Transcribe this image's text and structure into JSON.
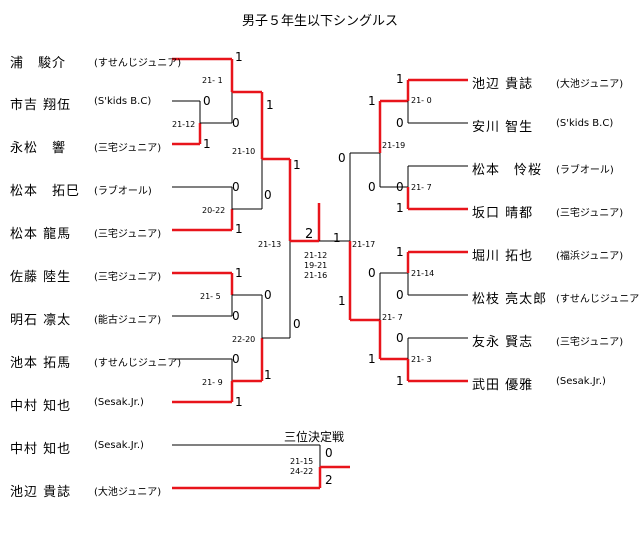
{
  "title": "男子５年生以下シングルス",
  "players_left": [
    {
      "name": "浦　駿介",
      "club": "(すせんじジュニア)"
    },
    {
      "name": "市吉 翔伍",
      "club": "(S'kids B.C)"
    },
    {
      "name": "永松　響",
      "club": "(三宅ジュニア)"
    },
    {
      "name": "松本　拓巳",
      "club": "(ラブオール)"
    },
    {
      "name": "松本 龍馬",
      "club": "(三宅ジュニア)"
    },
    {
      "name": "佐藤 陸生",
      "club": "(三宅ジュニア)"
    },
    {
      "name": "明石 凛太",
      "club": "(能古ジュニア)"
    },
    {
      "name": "池本 拓馬",
      "club": "(すせんじジュニア)"
    },
    {
      "name": "中村 知也",
      "club": "(Sesak.Jr.)"
    }
  ],
  "players_right": [
    {
      "name": "池辺 貴誌",
      "club": "(大池ジュニア)"
    },
    {
      "name": "安川 智生",
      "club": "(S'kids B.C)"
    },
    {
      "name": "松本　怜桜",
      "club": "(ラブオール)"
    },
    {
      "name": "坂口 晴都",
      "club": "(三宅ジュニア)"
    },
    {
      "name": "堀川 拓也",
      "club": "(福浜ジュニア)"
    },
    {
      "name": "松枝 亮太郎",
      "club": "(すせんじジュニア)"
    },
    {
      "name": "友永 賢志",
      "club": "(三宅ジュニア)"
    },
    {
      "name": "武田 優雅",
      "club": "(Sesak.Jr.)"
    }
  ],
  "left_results": {
    "r1": [
      "1",
      "0",
      "0",
      "1"
    ],
    "r2": [
      "0",
      "1",
      "1",
      "0"
    ],
    "r3": [
      "1",
      "0",
      "1",
      "0"
    ]
  },
  "left_scores": {
    "m1a": "21- 1",
    "m1b": "21-12",
    "m2": "20-22",
    "m3": "21-10",
    "m4": "21- 5",
    "m5": "22-20",
    "m6": "21- 9",
    "m7": "21-13"
  },
  "right_results": {
    "r1": [
      "1",
      "0",
      "0",
      "1",
      "1",
      "0",
      "0",
      "1"
    ],
    "r2": [
      "1",
      "0",
      "0",
      "1"
    ],
    "r3": [
      "0",
      "1"
    ]
  },
  "right_scores": {
    "m1": "21- 0",
    "m2": "21- 7",
    "m3": "21-14",
    "m4": "21- 3",
    "m5": "21-19",
    "m6": "21- 7",
    "m7": "21-17"
  },
  "final": {
    "left": "2",
    "right": "1",
    "scores": [
      "21-12",
      "19-21",
      "21-16"
    ]
  },
  "third_place": {
    "title": "三位決定戦",
    "players": [
      {
        "name": "中村 知也",
        "club": "(Sesak.Jr.)",
        "result": "0"
      },
      {
        "name": "池辺 貴誌",
        "club": "(大池ジュニア)",
        "result": "2"
      }
    ],
    "scores": [
      "21-15",
      "24-22"
    ]
  },
  "colors": {
    "winner_line": "#e8141b",
    "line": "#000000"
  }
}
